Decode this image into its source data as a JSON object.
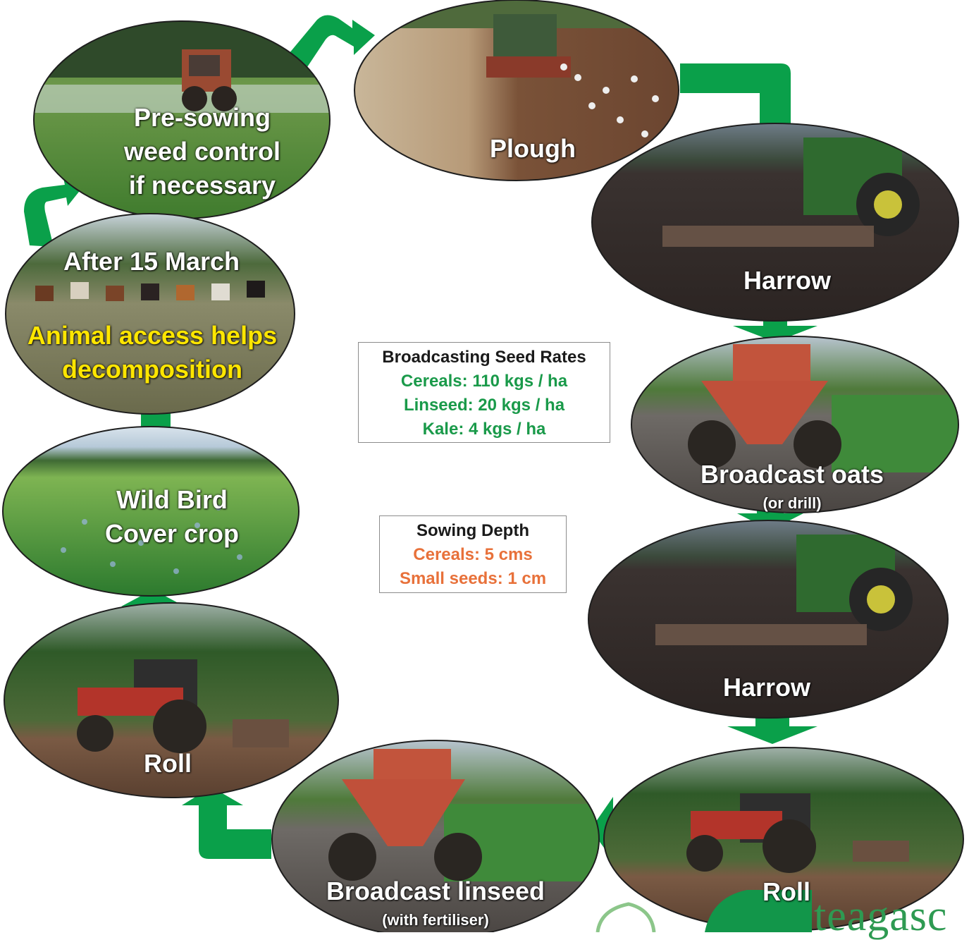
{
  "steps": {
    "weed_control": {
      "label": "Pre-sowing\nweed control\nif necessary"
    },
    "plough": {
      "label": "Plough"
    },
    "harrow_1": {
      "label": "Harrow"
    },
    "broadcast_oats": {
      "label": "Broadcast oats",
      "sub": "(or drill)"
    },
    "harrow_2": {
      "label": "Harrow"
    },
    "roll_right": {
      "label": "Roll"
    },
    "broadcast_linseed": {
      "label": "Broadcast linseed",
      "sub": "(with fertiliser)"
    },
    "roll_left": {
      "label": "Roll"
    },
    "cover_crop": {
      "label": "Wild Bird\nCover crop"
    },
    "after_march": {
      "label": "After 15 March",
      "note": "Animal access helps\ndecomposition"
    }
  },
  "seed_rates": {
    "title": "Broadcasting Seed Rates",
    "cereals": "Cereals: 110 kgs / ha",
    "linseed": "Linseed: 20 kgs / ha",
    "kale": "Kale: 4 kgs / ha"
  },
  "sowing_depth": {
    "title": "Sowing Depth",
    "cereals": "Cereals: 5 cms",
    "small_seeds": "Small seeds: 1 cm"
  },
  "logo": {
    "text": "teagasc"
  },
  "colors": {
    "arrow": "#0aa04a",
    "seed_values": "#1a9a4a",
    "depth_values": "#e8713a",
    "note_text": "#ffe600"
  }
}
